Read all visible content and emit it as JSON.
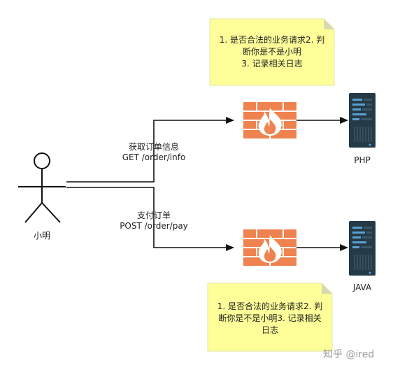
{
  "actor": {
    "label": "小明"
  },
  "edges": {
    "get_line1": "获取订单信息",
    "get_line2": "GET /order/info",
    "post_line1": "支付订单",
    "post_line2": "POST /order/pay"
  },
  "servers": {
    "php_label": "PHP",
    "java_label": "JAVA"
  },
  "notes": {
    "top_line1": "1. 是否合法的业务请求2. 判",
    "top_line2": "断你是不是小明",
    "top_line3": "3. 记录相关日志",
    "bottom_line1": "1. 是否合法的业务请求2. 判",
    "bottom_line2": "断你是不是小明3. 记录相关",
    "bottom_line3": "日志"
  },
  "watermark": {
    "text": "知乎 @ired"
  },
  "colors": {
    "note_fill": "#ffff99",
    "note_fold": "#d8d8b0",
    "firewall": "#ef8350",
    "server_body": "#243a46",
    "server_accent": "#5aa0d0",
    "line": "#111111"
  },
  "icons": [
    "actor-stick-figure-icon",
    "firewall-icon",
    "server-icon"
  ]
}
